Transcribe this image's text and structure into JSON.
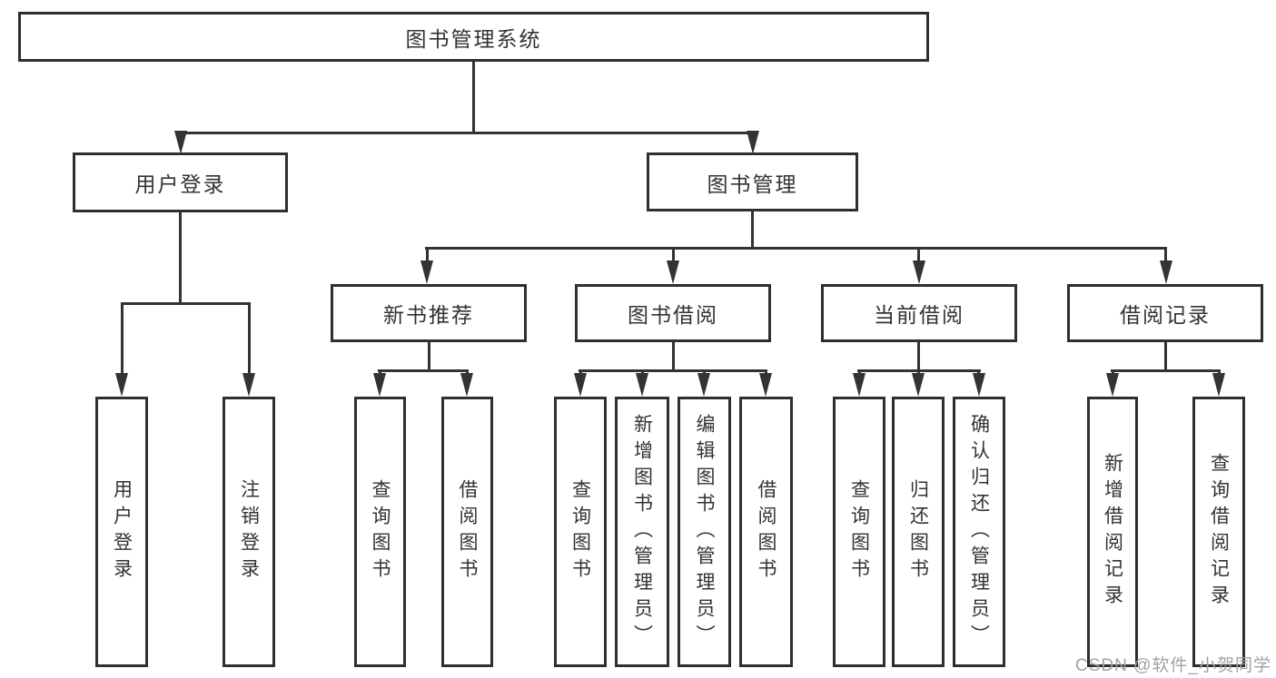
{
  "diagram": {
    "root": {
      "label": "图书管理系统"
    },
    "branches": {
      "user_login": {
        "label": "用户登录",
        "children": [
          {
            "label": "用户登录"
          },
          {
            "label": "注销登录"
          }
        ]
      },
      "book_mgmt": {
        "label": "图书管理",
        "children": [
          {
            "label": "新书推荐",
            "children": [
              {
                "label": "查询图书"
              },
              {
                "label": "借阅图书"
              }
            ]
          },
          {
            "label": "图书借阅",
            "children": [
              {
                "label": "查询图书"
              },
              {
                "label": "新增图书（管理员）"
              },
              {
                "label": "编辑图书（管理员）"
              },
              {
                "label": "借阅图书"
              }
            ]
          },
          {
            "label": "当前借阅",
            "children": [
              {
                "label": "查询图书"
              },
              {
                "label": "归还图书"
              },
              {
                "label": "确认归还（管理员）"
              }
            ]
          },
          {
            "label": "借阅记录",
            "children": [
              {
                "label": "新增借阅记录"
              },
              {
                "label": "查询借阅记录"
              }
            ]
          }
        ]
      }
    }
  },
  "watermark": {
    "text": "CSDN @软件_小贺同学"
  },
  "colors": {
    "line": "#333333",
    "box_border": "#2f2f2f",
    "text": "#333333",
    "watermark": "#a2a2a7",
    "background": "#ffffff"
  }
}
